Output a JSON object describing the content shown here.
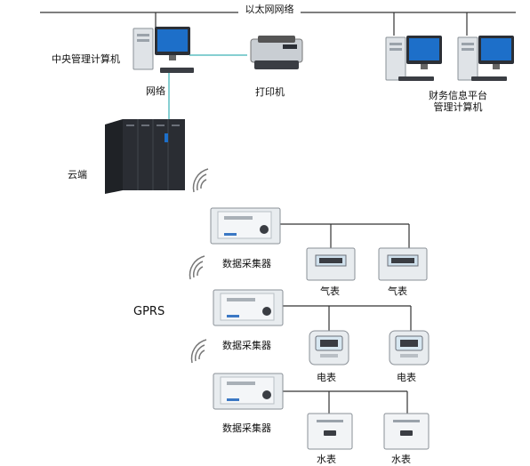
{
  "network": {
    "ethernet_label": "以太网网络",
    "network_label": "网络"
  },
  "central": {
    "label": "中央管理计算机"
  },
  "printer": {
    "label": "打印机"
  },
  "finance": {
    "label_line1": "财务信息平台",
    "label_line2": "管理计算机"
  },
  "cloud": {
    "label": "云端"
  },
  "gprs": {
    "label": "GPRS"
  },
  "collectors": [
    {
      "label": "数据采集器"
    },
    {
      "label": "数据采集器"
    },
    {
      "label": "数据采集器"
    }
  ],
  "meters": {
    "gas": [
      {
        "label": "气表"
      },
      {
        "label": "气表"
      }
    ],
    "electric": [
      {
        "label": "电表"
      },
      {
        "label": "电表"
      }
    ],
    "water": [
      {
        "label": "水表"
      },
      {
        "label": "水表"
      }
    ]
  },
  "colors": {
    "line": "#333333",
    "link": "#5fbfc2",
    "server": "#2a2d33",
    "monitor": "#1d6fc9",
    "device": "#e8ecef"
  }
}
